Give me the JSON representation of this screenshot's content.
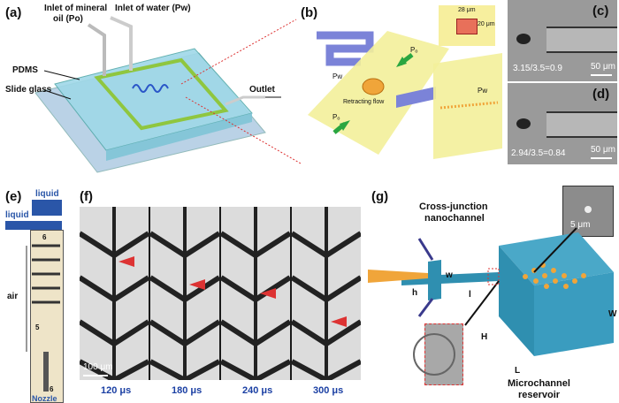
{
  "panels": {
    "a": {
      "label": "(a)",
      "inlet_oil": "Inlet of mineral",
      "inlet_oil_2": "oil (Po)",
      "inlet_water": "Inlet of water (Pw)",
      "pdms": "PDMS",
      "slide_glass": "Slide glass",
      "outlet": "Outlet"
    },
    "b": {
      "label": "(b)",
      "retracting": "Retracting flow",
      "po_top": "Pₒ",
      "po_bottom": "Pₒ",
      "pw_left": "Pw",
      "pw_right": "Pw",
      "dim_w": "28 μm",
      "dim_h": "20 μm"
    },
    "c": {
      "label": "(c)",
      "ratio": "3.15/3.5=0.9",
      "scale": "50 μm"
    },
    "d": {
      "label": "(d)",
      "ratio": "2.94/3.5=0.84",
      "scale": "50 μm"
    },
    "e": {
      "label": "(e)",
      "liquid_top": "liquid",
      "liquid_mid": "liquid",
      "air": "air",
      "n6a": "6",
      "n5": "5",
      "n6b": "6",
      "nozzle": "Nozzle"
    },
    "f": {
      "label": "(f)",
      "scale": "100 μm",
      "times": [
        "120 μs",
        "180 μs",
        "240 μs",
        "300 μs"
      ]
    },
    "g": {
      "label": "(g)",
      "cross_1": "Cross-junction",
      "cross_2": "nanochannel",
      "scale": "5 μm",
      "w": "w",
      "h": "h",
      "l": "l",
      "H": "H",
      "W": "W",
      "L": "L",
      "micro_1": "Microchannel",
      "micro_2": "reservoir"
    }
  },
  "colors": {
    "pdms": "#9fd8e8",
    "green": "#8fc63f",
    "yellow": "#f3f09a",
    "orange": "#f0a53a",
    "blue_ch": "#7b83d8",
    "reservoir": "#2f8fb0",
    "time_blue": "#1a3fa3",
    "liquid_blue": "#2a56a8"
  }
}
